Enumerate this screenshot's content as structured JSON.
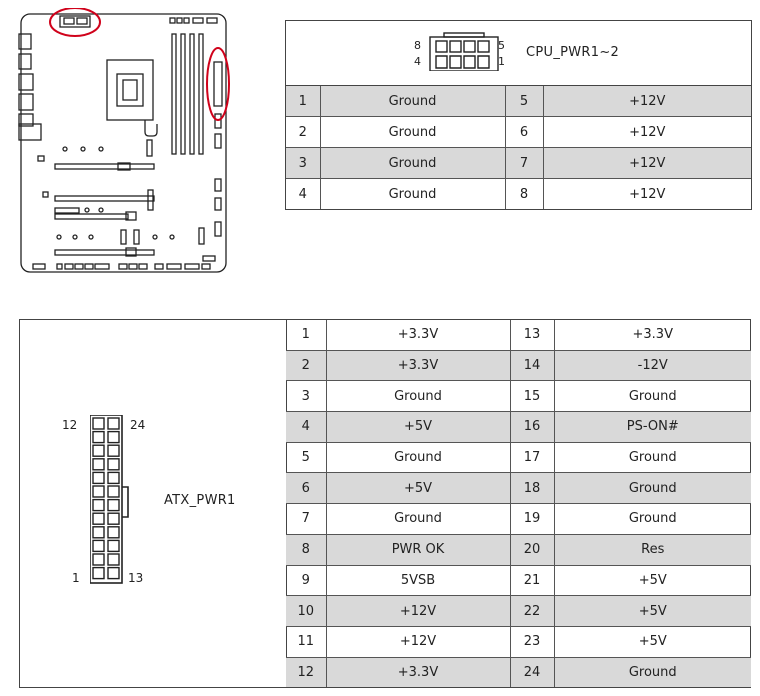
{
  "cpu_connector": {
    "title": "CPU_PWR1~2",
    "pin_labels": {
      "top_left": "8",
      "bottom_left": "4",
      "top_right": "5",
      "bottom_right": "1"
    },
    "rows": [
      {
        "pin_a": "1",
        "signal_a": "Ground",
        "pin_b": "5",
        "signal_b": "+12V",
        "shaded": true
      },
      {
        "pin_a": "2",
        "signal_a": "Ground",
        "pin_b": "6",
        "signal_b": "+12V",
        "shaded": false
      },
      {
        "pin_a": "3",
        "signal_a": "Ground",
        "pin_b": "7",
        "signal_b": "+12V",
        "shaded": true
      },
      {
        "pin_a": "4",
        "signal_a": "Ground",
        "pin_b": "8",
        "signal_b": "+12V",
        "shaded": false
      }
    ]
  },
  "atx_connector": {
    "title": "ATX_PWR1",
    "pin_labels": {
      "top_left": "12",
      "top_right": "24",
      "bottom_left": "1",
      "bottom_right": "13"
    },
    "rows": [
      {
        "pin_a": "1",
        "signal_a": "+3.3V",
        "pin_b": "13",
        "signal_b": "+3.3V",
        "shaded": false
      },
      {
        "pin_a": "2",
        "signal_a": "+3.3V",
        "pin_b": "14",
        "signal_b": "-12V",
        "shaded": true
      },
      {
        "pin_a": "3",
        "signal_a": "Ground",
        "pin_b": "15",
        "signal_b": "Ground",
        "shaded": false
      },
      {
        "pin_a": "4",
        "signal_a": "+5V",
        "pin_b": "16",
        "signal_b": "PS-ON#",
        "shaded": true
      },
      {
        "pin_a": "5",
        "signal_a": "Ground",
        "pin_b": "17",
        "signal_b": "Ground",
        "shaded": false
      },
      {
        "pin_a": "6",
        "signal_a": "+5V",
        "pin_b": "18",
        "signal_b": "Ground",
        "shaded": true
      },
      {
        "pin_a": "7",
        "signal_a": "Ground",
        "pin_b": "19",
        "signal_b": "Ground",
        "shaded": false
      },
      {
        "pin_a": "8",
        "signal_a": "PWR OK",
        "pin_b": "20",
        "signal_b": "Res",
        "shaded": true
      },
      {
        "pin_a": "9",
        "signal_a": "5VSB",
        "pin_b": "21",
        "signal_b": "+5V",
        "shaded": false
      },
      {
        "pin_a": "10",
        "signal_a": "+12V",
        "pin_b": "22",
        "signal_b": "+5V",
        "shaded": true
      },
      {
        "pin_a": "11",
        "signal_a": "+12V",
        "pin_b": "23",
        "signal_b": "+5V",
        "shaded": false
      },
      {
        "pin_a": "12",
        "signal_a": "+3.3V",
        "pin_b": "24",
        "signal_b": "Ground",
        "shaded": true
      }
    ]
  },
  "colors": {
    "highlight": "#d0021b",
    "shade": "#d9d9d9",
    "line": "#444444"
  },
  "icons": [
    "motherboard-diagram",
    "cpu-8pin-connector-icon",
    "atx-24pin-connector-icon"
  ]
}
